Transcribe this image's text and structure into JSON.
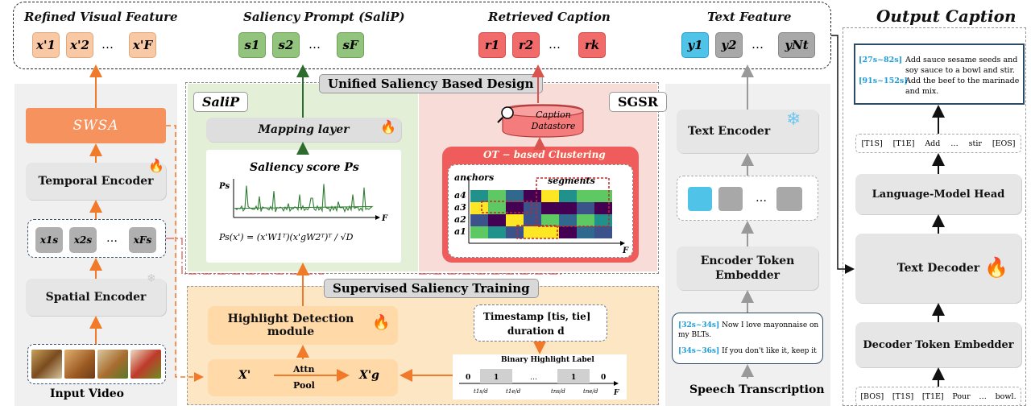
{
  "top": {
    "refined_visual_feature": "Refined Visual Feature",
    "saliency_prompt": "Saliency Prompt (SaliP)",
    "retrieved_caption": "Retrieved Caption",
    "text_feature": "Text Feature",
    "output_caption": "Output Caption",
    "vis_tokens": [
      "x'1",
      "x'2",
      "…",
      "x'F"
    ],
    "salip_tokens": [
      "s1",
      "s2",
      "…",
      "sF"
    ],
    "ret_tokens": [
      "r1",
      "r2",
      "…",
      "rk"
    ],
    "text_tokens": [
      "y1",
      "y2",
      "…",
      "yNt"
    ]
  },
  "left": {
    "swsa": "SWSA",
    "temporal_encoder": "Temporal Encoder",
    "spatial_encoder": "Spatial Encoder",
    "input_video": "Input Video",
    "frame_tokens": [
      "x1s",
      "x2s",
      "…",
      "xFs"
    ]
  },
  "middle": {
    "unified_title": "Unified Saliency Based Design",
    "salip_tag": "SaliP",
    "sgsr_tag": "SGSR",
    "mapping_layer": "Mapping layer",
    "saliency_score": "Saliency score Ps",
    "ps_axis": "Ps",
    "f_axis": "F",
    "formula": "Ps(x') = (x'W1ᵀ)(x'gW2ᵀ)ᵀ / √D",
    "caption_datastore": "Caption Datastore",
    "ot_title": "OT − based Clustering",
    "anchors": "anchors",
    "segments": "segments",
    "anchor_labels": [
      "a4",
      "a3",
      "a2",
      "a1"
    ],
    "supervised_title": "Supervised Saliency Training",
    "highlight_module": "Highlight Detection module",
    "timestamp": "Timestamp [tis, tie]",
    "duration": "duration d",
    "binary_label": "Binary Highlight Label",
    "x_prime": "X'",
    "x_prime_g": "X'g",
    "attn": "Attn",
    "pool": "Pool",
    "binary_values": [
      "0",
      "1",
      "…",
      "1",
      "0"
    ],
    "binary_ticks": [
      "t1s/d",
      "t1e/d",
      "tns/d",
      "tne/d"
    ],
    "binary_f": "F"
  },
  "right": {
    "text_encoder": "Text Encoder",
    "encoder_token_embedder": "Encoder Token Embedder",
    "speech_transcription": "Speech Transcription",
    "speech_lines": [
      {
        "time": "[32s~34s]",
        "text": "Now I love mayonnaise on my BLTs."
      },
      {
        "time": "[34s~36s]",
        "text": "If you don't like it, keep it"
      }
    ],
    "enc_ellipsis": "…",
    "language_model_head": "Language-Model Head",
    "text_decoder": "Text Decoder",
    "decoder_token_embedder": "Decoder Token Embedder",
    "output_lines": [
      {
        "time": "[27s~82s]",
        "text": "Add sauce sesame seeds and soy sauce to a bowl and stir."
      },
      {
        "time": "[91s~152s]",
        "text": "Add the beef to the marinade and mix."
      }
    ],
    "dec_out_tokens": [
      "[T1S]",
      "[T1E]",
      "Add",
      "…",
      "stir",
      "[EOS]"
    ],
    "dec_in_tokens": [
      "[BOS]",
      "[T1S]",
      "[T1E]",
      "Pour",
      "…",
      "bowl."
    ]
  },
  "colors": {
    "orange_accent": "#f07a2a",
    "salip_green": "#93c47d",
    "retrieved_red": "#f26b6b",
    "vis_peach": "#f9c9a6",
    "text_blue": "#4fc3e8",
    "grey_token": "#a8a8a8",
    "salip_bg": "#e3efd6",
    "sgsr_bg": "#f7dcd8",
    "supervised_bg": "#fde6c4",
    "time_blue": "#1e9bd6"
  }
}
